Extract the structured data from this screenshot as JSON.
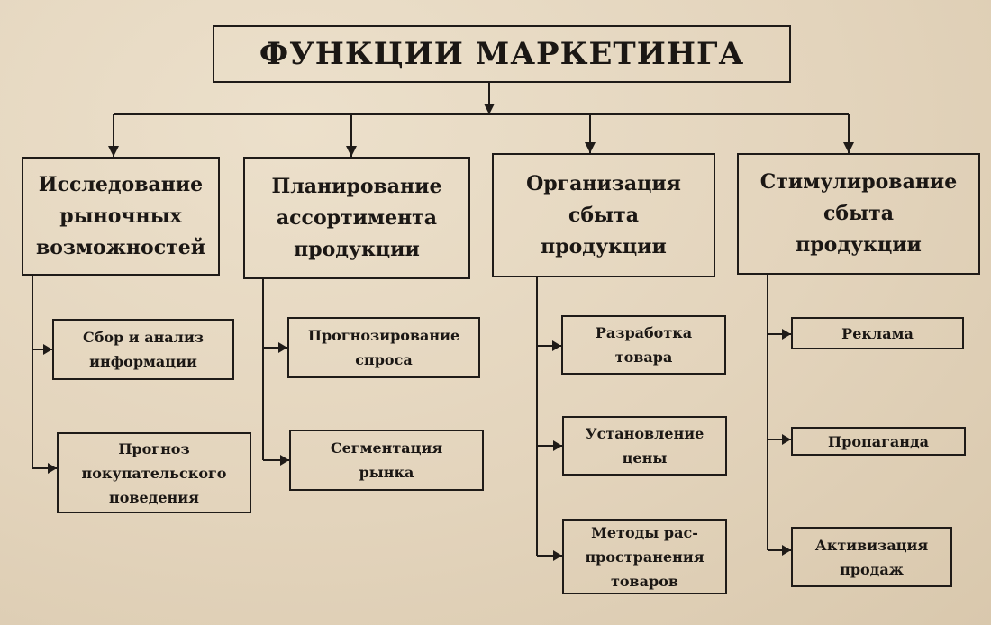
{
  "title": "ФУНКЦИИ МАРКЕТИНГА",
  "functions": [
    {
      "label": "Исследование\nрыночных\nвозможностей",
      "items": [
        "Сбор и анализ\nинформации",
        "Прогноз\nпокупательского\nповедения"
      ]
    },
    {
      "label": "Планирование\nассортимента\nпродукции",
      "items": [
        "Прогнозирование\nспроса",
        "Сегментация\nрынка"
      ]
    },
    {
      "label": "Организация\nсбыта\nпродукции",
      "items": [
        "Разработка\nтовара",
        "Установление\nцены",
        "Методы рас-\nпространения\nтоваров"
      ]
    },
    {
      "label": "Стимулирование\nсбыта\nпродукции",
      "items": [
        "Реклама",
        "Пропаганда",
        "Активизация\nпродаж"
      ]
    }
  ]
}
